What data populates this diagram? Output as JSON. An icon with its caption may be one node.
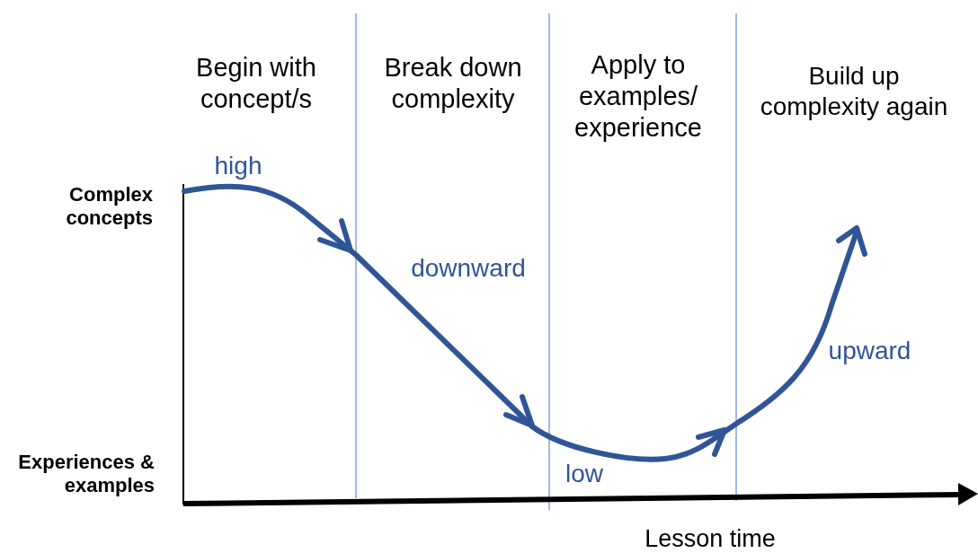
{
  "diagram": {
    "labels": [
      "Begin with concept/s",
      "Break down complexity",
      "Apply to examples/ experience",
      "Build up complexity again",
      "high",
      "Complex concepts",
      "downward",
      "upward",
      "low",
      "Experiences & examples",
      "Lesson time"
    ]
  }
}
